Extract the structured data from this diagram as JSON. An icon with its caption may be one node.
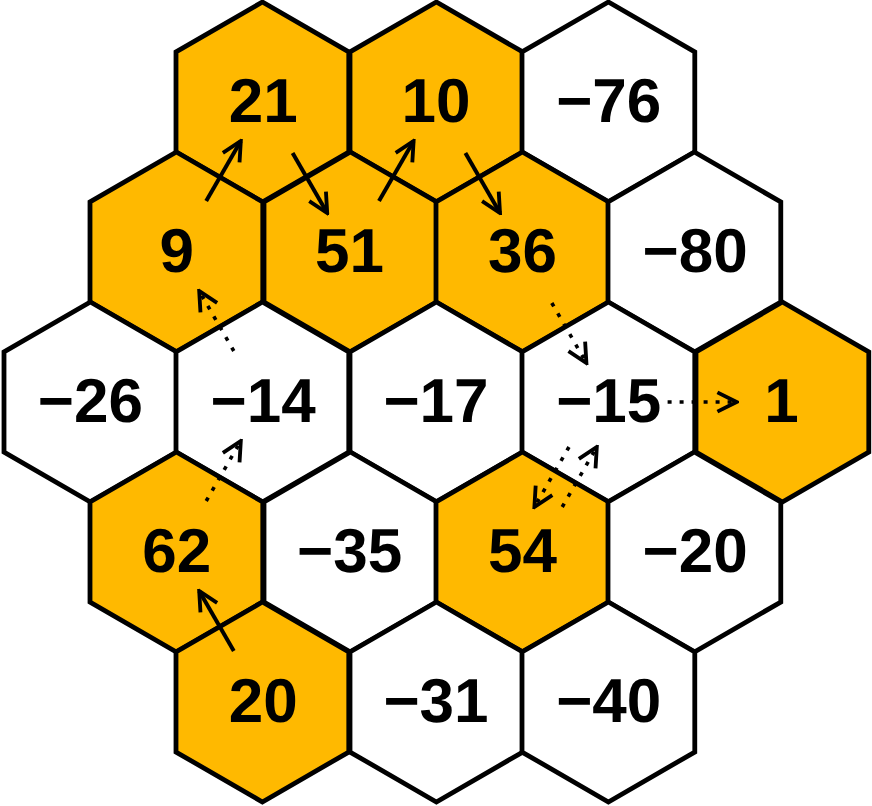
{
  "diagram": {
    "nodes": [
      {
        "text": [
          "21"
        ]
      },
      {
        "text": [
          "10"
        ]
      },
      {
        "text": [
          "−76"
        ]
      },
      {
        "text": [
          "9"
        ]
      },
      {
        "text": [
          "51"
        ]
      },
      {
        "text": [
          "36"
        ]
      },
      {
        "text": [
          "−80"
        ]
      },
      {
        "text": [
          "−26"
        ]
      },
      {
        "text": [
          "−14"
        ]
      },
      {
        "text": [
          "−17"
        ]
      },
      {
        "text": [
          "−15"
        ]
      },
      {
        "text": [
          "1"
        ]
      },
      {
        "text": [
          "62"
        ]
      },
      {
        "text": [
          "−35"
        ]
      },
      {
        "text": [
          "54"
        ]
      },
      {
        "text": [
          "−20"
        ]
      },
      {
        "text": [
          "20"
        ]
      },
      {
        "text": [
          "−31"
        ]
      },
      {
        "text": [
          "−40"
        ]
      }
    ],
    "edges": [
      {
        "from": 16,
        "to": 12,
        "arrow": "to"
      },
      {
        "from": 12,
        "to": 8,
        "arrow": "to",
        "style": "dashed"
      },
      {
        "from": 8,
        "to": 3,
        "arrow": "to",
        "style": "dashed"
      },
      {
        "from": 3,
        "to": 0,
        "arrow": "to"
      },
      {
        "from": 0,
        "to": 4,
        "arrow": "to"
      },
      {
        "from": 4,
        "to": 1,
        "arrow": "to"
      },
      {
        "from": 1,
        "to": 5,
        "arrow": "to"
      },
      {
        "from": 5,
        "to": 10,
        "arrow": "to",
        "style": "dashed"
      },
      {
        "from": 10,
        "to": 11,
        "arrow": "to",
        "style": "dashed"
      },
      {
        "from": 10,
        "to": 14,
        "arrow": "to",
        "style": "dashed"
      },
      {
        "from": 14,
        "to": 10,
        "arrow": "to",
        "style": "dashed"
      }
    ]
  }
}
